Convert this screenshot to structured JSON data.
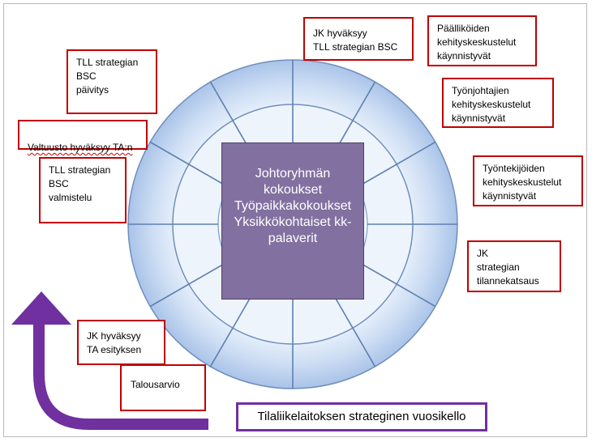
{
  "diagram": {
    "title": "Tilaliikelaitoksen strateginen vuosikello",
    "center_lines": [
      "Johtoryhmän",
      "kokoukset",
      "Työpaikkakokoukset",
      "Yksikkökohtaiset kk-",
      "palaverit"
    ],
    "callouts": [
      {
        "id": "tll-strategy-update",
        "text": "TLL strategian\nBSC\npäivitys"
      },
      {
        "id": "council-approval",
        "text": "Valtuusto hyväksyy TA:n"
      },
      {
        "id": "tll-strategy-prep",
        "text": "TLL strategian\nBSC\nvalmistelu"
      },
      {
        "id": "jk-approves-strategy",
        "text": "JK hyväksyy\nTLL strategian BSC"
      },
      {
        "id": "manager-discussions",
        "text": "Päälliköiden\nkehityskeskustelut\nkäynnistyvät"
      },
      {
        "id": "supervisor-discussions",
        "text": "Työnjohtajien\nkehityskeskustelut\nkäynnistyvät"
      },
      {
        "id": "employee-discussions",
        "text": "Työntekijöiden\nkehityskeskustelut\nkäynnistyvät"
      },
      {
        "id": "jk-strategy-status",
        "text": "JK\nstrategian\ntilannekatsaus"
      },
      {
        "id": "jk-approves-budget",
        "text": "JK hyväksyy\nTA esityksen"
      },
      {
        "id": "budget",
        "text": "Talousarvio"
      }
    ],
    "colors": {
      "callout_border": "#c00000",
      "center_fill": "#8271a0",
      "arrow": "#7030a0",
      "ring_light": "#e4eefb",
      "ring_dark": "#b4cdec",
      "ring_line": "#6f8fbd"
    }
  }
}
